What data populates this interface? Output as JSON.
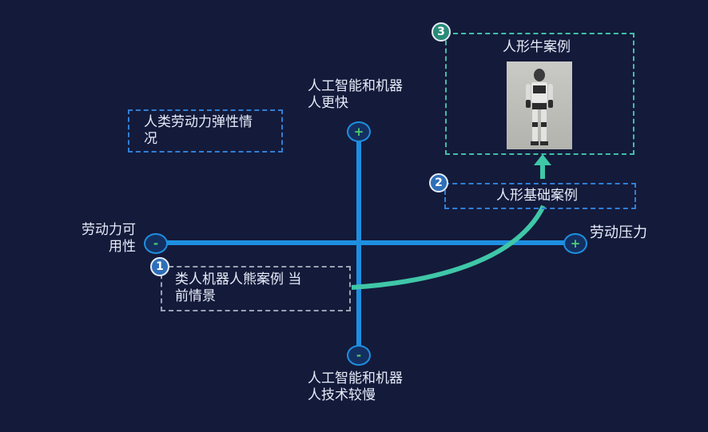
{
  "colors": {
    "background": "#141a3a",
    "axis": "#1e8fe0",
    "connector": "#3fc7a8",
    "box_blue": "#2f7fd6",
    "box_gray": "#9aa2b4",
    "box_teal": "#3fbfa5",
    "plus_minus": "#4fd070"
  },
  "axes": {
    "x_left_label": "劳动力可\n用性",
    "x_right_label": "劳动压力",
    "y_top_label": "人工智能和机器\n人更快",
    "y_bottom_label": "人工智能和机器\n人技术较慢",
    "x_left_sign": "-",
    "x_right_sign": "+",
    "y_top_sign": "+",
    "y_bottom_sign": "-"
  },
  "boxes": {
    "elasticity": "人类劳动力弹性情\n况",
    "current": "类人机器人熊案例 当\n前情景",
    "base": "人形基础案例",
    "bull": "人形牛案例"
  },
  "markers": [
    "1",
    "2",
    "3"
  ],
  "icons": {
    "robot": "humanoid-robot-photo",
    "arrow": "arrow-up-icon"
  }
}
